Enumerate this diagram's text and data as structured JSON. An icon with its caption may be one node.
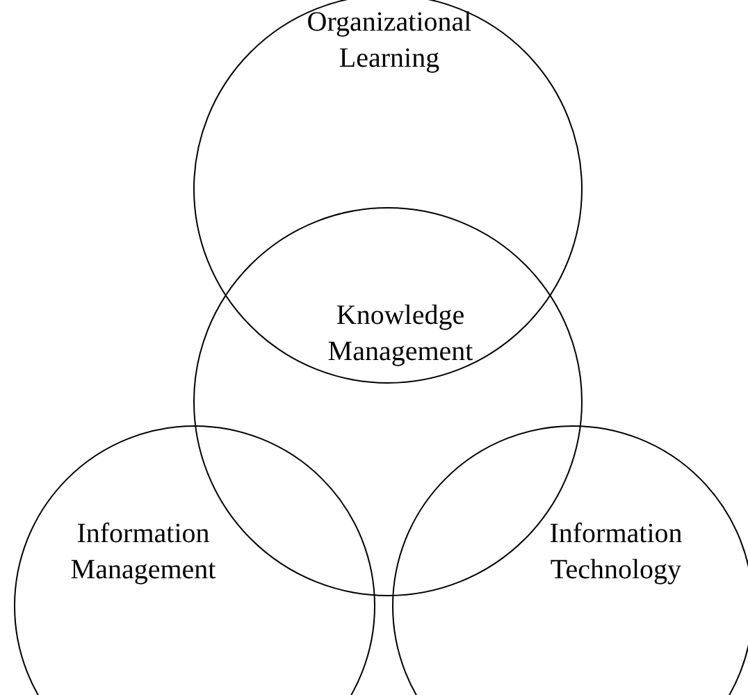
{
  "diagram": {
    "nodes": [
      {
        "text": [
          "Organizational Learning"
        ]
      },
      {
        "text": [
          "Knowledge Management"
        ]
      },
      {
        "text": [
          "Information Management"
        ]
      },
      {
        "text": [
          "Information Technology"
        ]
      }
    ]
  }
}
